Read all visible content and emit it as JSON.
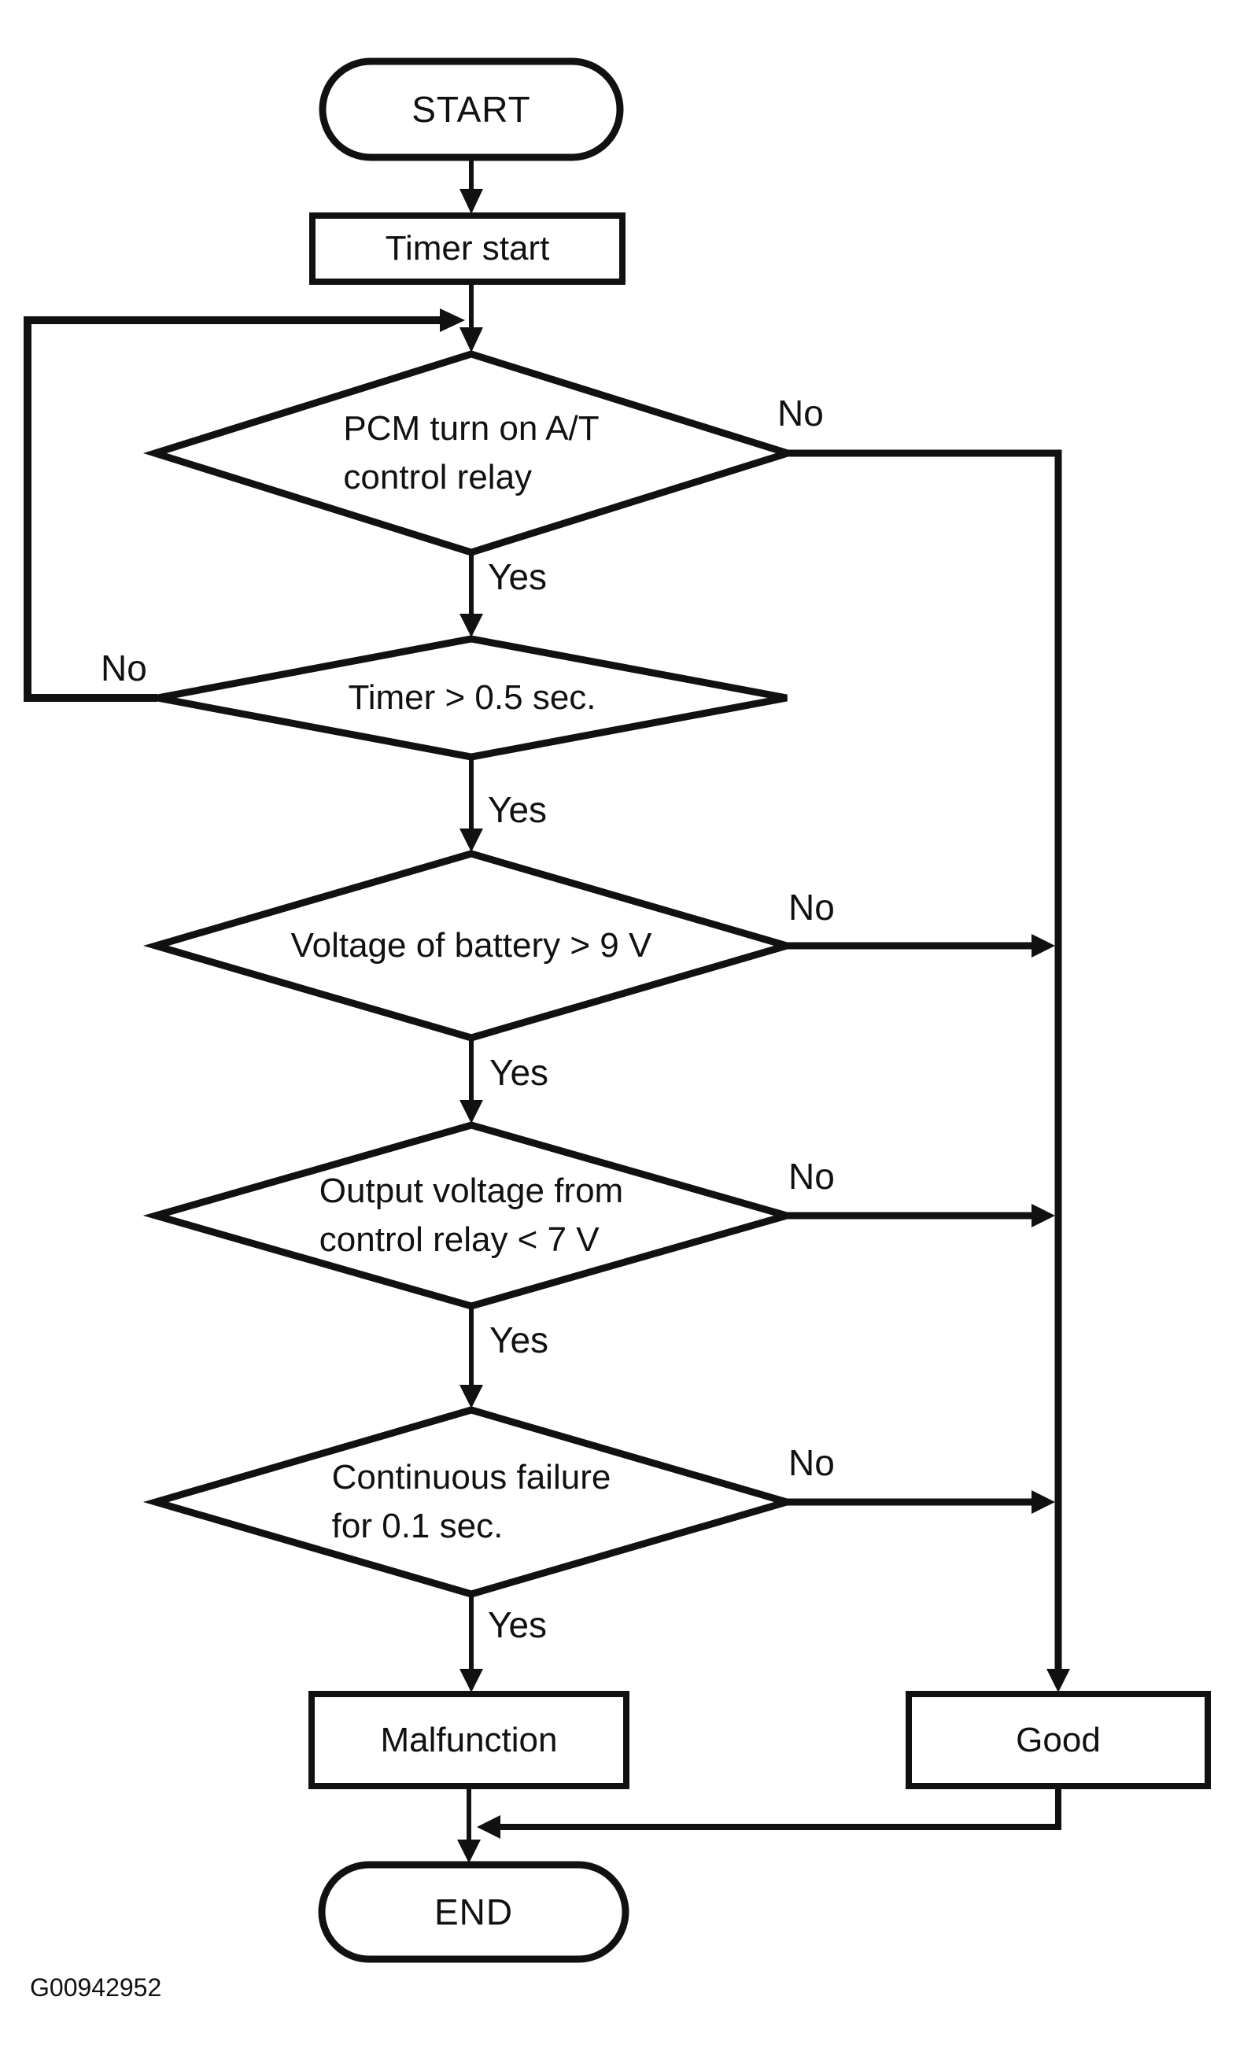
{
  "diagram": {
    "caption": "G00942952",
    "nodes": {
      "start": {
        "label": "START"
      },
      "timer_start": {
        "label": "Timer start"
      },
      "decision_pcm": {
        "line1": "PCM turn on A/T",
        "line2": "control relay"
      },
      "decision_timer": {
        "line1": "Timer > 0.5 sec."
      },
      "decision_battery": {
        "line1": "Voltage of battery > 9 V"
      },
      "decision_output": {
        "line1": "Output voltage from",
        "line2": "control relay < 7 V"
      },
      "decision_failure": {
        "line1": "Continuous failure",
        "line2": "for 0.1 sec."
      },
      "malfunction": {
        "label": "Malfunction"
      },
      "good": {
        "label": "Good"
      },
      "end": {
        "label": "END"
      }
    },
    "branch_labels": {
      "pcm_no": "No",
      "pcm_yes": "Yes",
      "timer_no": "No",
      "timer_yes": "Yes",
      "battery_no": "No",
      "battery_yes": "Yes",
      "output_no": "No",
      "output_yes": "Yes",
      "failure_no": "No",
      "failure_yes": "Yes"
    },
    "edges": [
      {
        "from": "start",
        "to": "timer_start"
      },
      {
        "from": "timer_start",
        "to": "decision_pcm"
      },
      {
        "from": "decision_pcm",
        "to": "good",
        "label": "No"
      },
      {
        "from": "decision_pcm",
        "to": "decision_timer",
        "label": "Yes"
      },
      {
        "from": "decision_timer",
        "to": "decision_pcm",
        "label": "No"
      },
      {
        "from": "decision_timer",
        "to": "decision_battery",
        "label": "Yes"
      },
      {
        "from": "decision_battery",
        "to": "good",
        "label": "No"
      },
      {
        "from": "decision_battery",
        "to": "decision_output",
        "label": "Yes"
      },
      {
        "from": "decision_output",
        "to": "good",
        "label": "No"
      },
      {
        "from": "decision_output",
        "to": "decision_failure",
        "label": "Yes"
      },
      {
        "from": "decision_failure",
        "to": "good",
        "label": "No"
      },
      {
        "from": "decision_failure",
        "to": "malfunction",
        "label": "Yes"
      },
      {
        "from": "malfunction",
        "to": "end"
      },
      {
        "from": "good",
        "to": "end"
      }
    ],
    "colors": {
      "ink": "#111111",
      "background": "#ffffff"
    }
  }
}
